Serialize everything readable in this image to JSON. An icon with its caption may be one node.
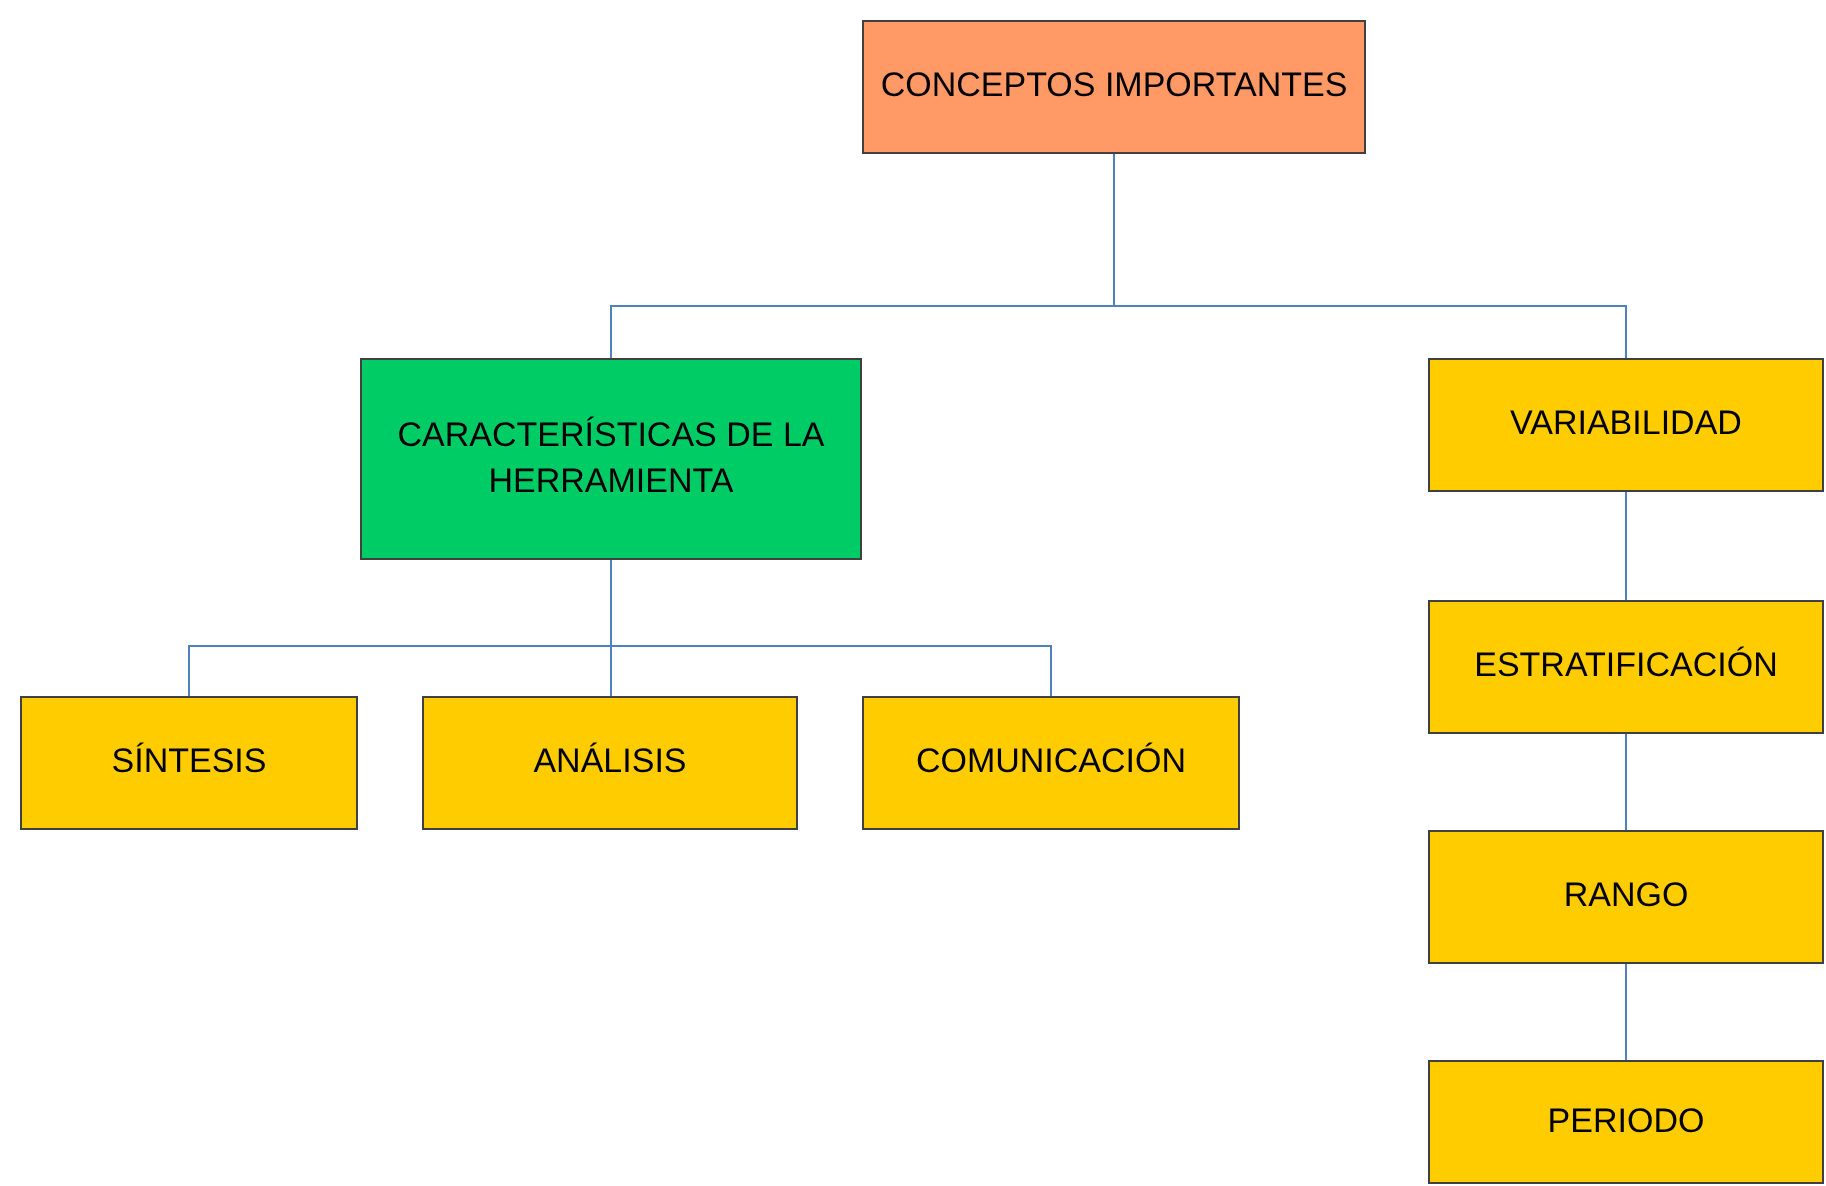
{
  "diagram": {
    "nodes": [
      {
        "text": [
          "CONCEPTOS IMPORTANTES"
        ]
      },
      {
        "text": [
          "CARACTERÍSTICAS DE LA HERRAMIENTA"
        ]
      },
      {
        "text": [
          "VARIABILIDAD"
        ]
      },
      {
        "text": [
          "SÍNTESIS"
        ]
      },
      {
        "text": [
          "ANÁLISIS"
        ]
      },
      {
        "text": [
          "COMUNICACIÓN"
        ]
      },
      {
        "text": [
          "ESTRATIFICACIÓN"
        ]
      },
      {
        "text": [
          "RANGO"
        ]
      },
      {
        "text": [
          "PERIODO"
        ]
      }
    ],
    "edges": [
      {
        "from": 0,
        "to": 1,
        "arrow": "none"
      },
      {
        "from": 0,
        "to": 2,
        "arrow": "none"
      },
      {
        "from": 1,
        "to": 3,
        "arrow": "none"
      },
      {
        "from": 1,
        "to": 4,
        "arrow": "none"
      },
      {
        "from": 1,
        "to": 5,
        "arrow": "none"
      },
      {
        "from": 2,
        "to": 6,
        "arrow": "none"
      },
      {
        "from": 6,
        "to": 7,
        "arrow": "none"
      },
      {
        "from": 7,
        "to": 8,
        "arrow": "none"
      }
    ]
  }
}
